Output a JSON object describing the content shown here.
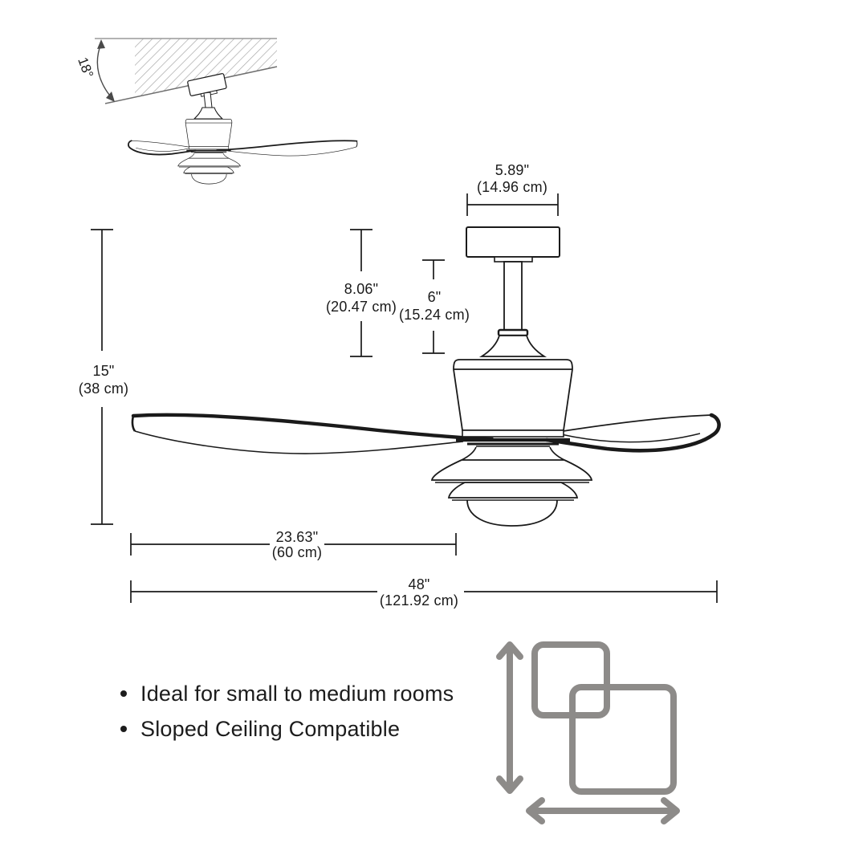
{
  "diagram": {
    "angle_label": "18°",
    "dimensions": {
      "canopy_width": {
        "inches": "5.89\"",
        "metric": "(14.96 cm)"
      },
      "hanging_depth": {
        "inches": "8.06\"",
        "metric": "(20.47 cm)"
      },
      "downrod": {
        "inches": "6\"",
        "metric": "(15.24 cm)"
      },
      "total_height": {
        "inches": "15\"",
        "metric": "(38 cm)"
      },
      "blade_length": {
        "inches": "23.63\"",
        "metric": "(60 cm)"
      },
      "blade_span": {
        "inches": "48\"",
        "metric": "(121.92 cm)"
      }
    }
  },
  "features": {
    "items": [
      "Ideal for small to medium rooms",
      "Sloped Ceiling Compatible"
    ]
  },
  "icons": {
    "room_size": "room-size-icon",
    "sloped_ceiling": "sloped-ceiling-hatch"
  },
  "colors": {
    "line": "#1a1a1a",
    "icon_gray": "#8d8b89",
    "hatch_gray": "#a8a8a8"
  }
}
